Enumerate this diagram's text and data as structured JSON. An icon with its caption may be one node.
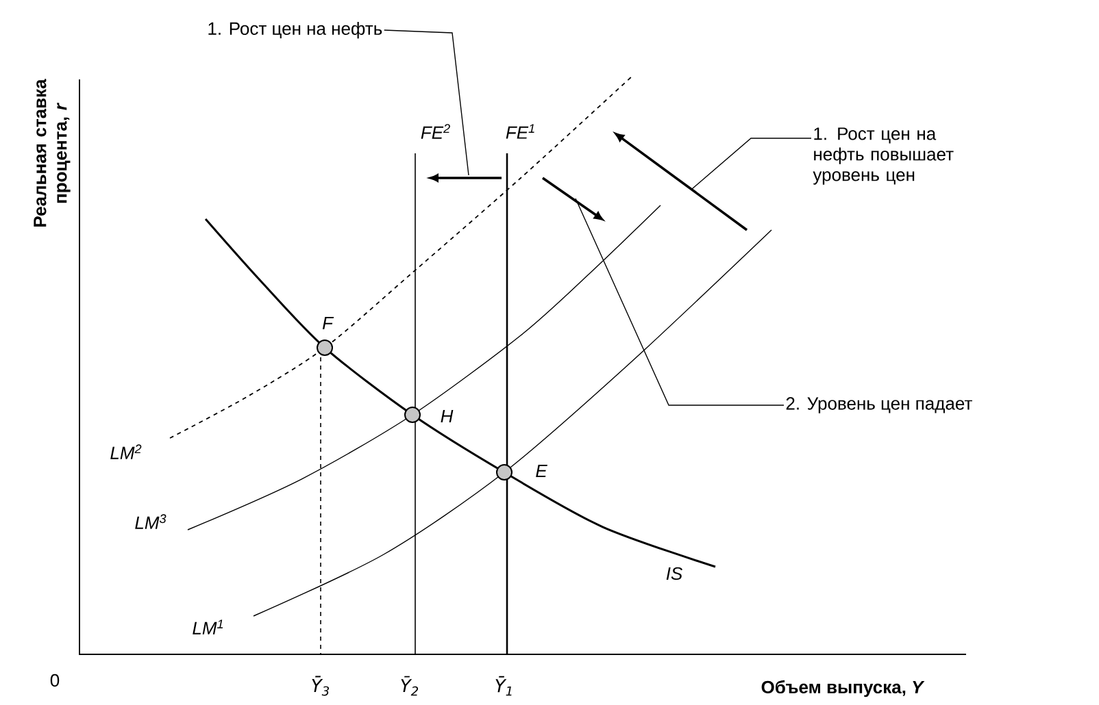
{
  "diagram": {
    "nodes": [
      {
        "text": [
          "1. Рост цен на нефть"
        ]
      },
      {
        "text": [
          "1. Рост цен на нефть повышает уровень цен"
        ]
      },
      {
        "text": [
          "2. Уровень цен падает"
        ]
      }
    ],
    "edges": [
      {
        "from": 0,
        "to": null,
        "arrow": "none"
      },
      {
        "from": 1,
        "to": null,
        "arrow": "none"
      },
      {
        "from": 2,
        "to": null,
        "arrow": "none"
      }
    ],
    "labels": [
      "FE$^{2}$",
      "FE$^{1}$",
      "F",
      "H",
      "E",
      "LM$^{2}$",
      "LM$^{3}$",
      "LM$^{1}$",
      "IS",
      "Реальная ставка процента, *r*",
      "0",
      "Ȳ$_{3}$",
      "Ȳ$_{2}$",
      "Ȳ$_{1}$",
      "Объем выпуска, *Y*"
    ]
  }
}
